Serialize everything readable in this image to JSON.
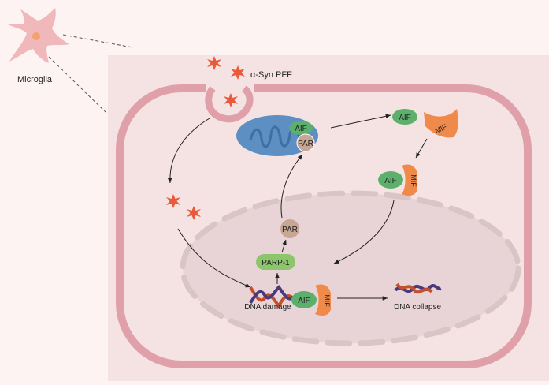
{
  "labels": {
    "microglia": "Microglia",
    "pff": "α-Syn PFF",
    "aif_mito": "AIF",
    "par_mito": "PAR",
    "aif_free": "AIF",
    "mif_free": "MIF",
    "aif_complex": "AIF",
    "mif_complex": "MIF",
    "par_nuc": "PAR",
    "parp1": "PARP-1",
    "dna_damage": "DNA damage",
    "aif_dna": "AIF",
    "mif_dna": "MIF",
    "dna_collapse": "DNA collapse"
  },
  "colors": {
    "background": "#fdf3f3",
    "cell_bg": "#f5e3e3",
    "membrane": "#dfa0a9",
    "nucleus": "#e8d4d6",
    "nuclear_pores": "#d9c5c6",
    "microglia": "#f0b8bb",
    "pff": "#e85a3a",
    "mitochondria": "#5d8fc3",
    "aif": "#5cb06c",
    "mif": "#f08a4b",
    "par": "#c7a693",
    "parp1": "#8dc56d"
  }
}
